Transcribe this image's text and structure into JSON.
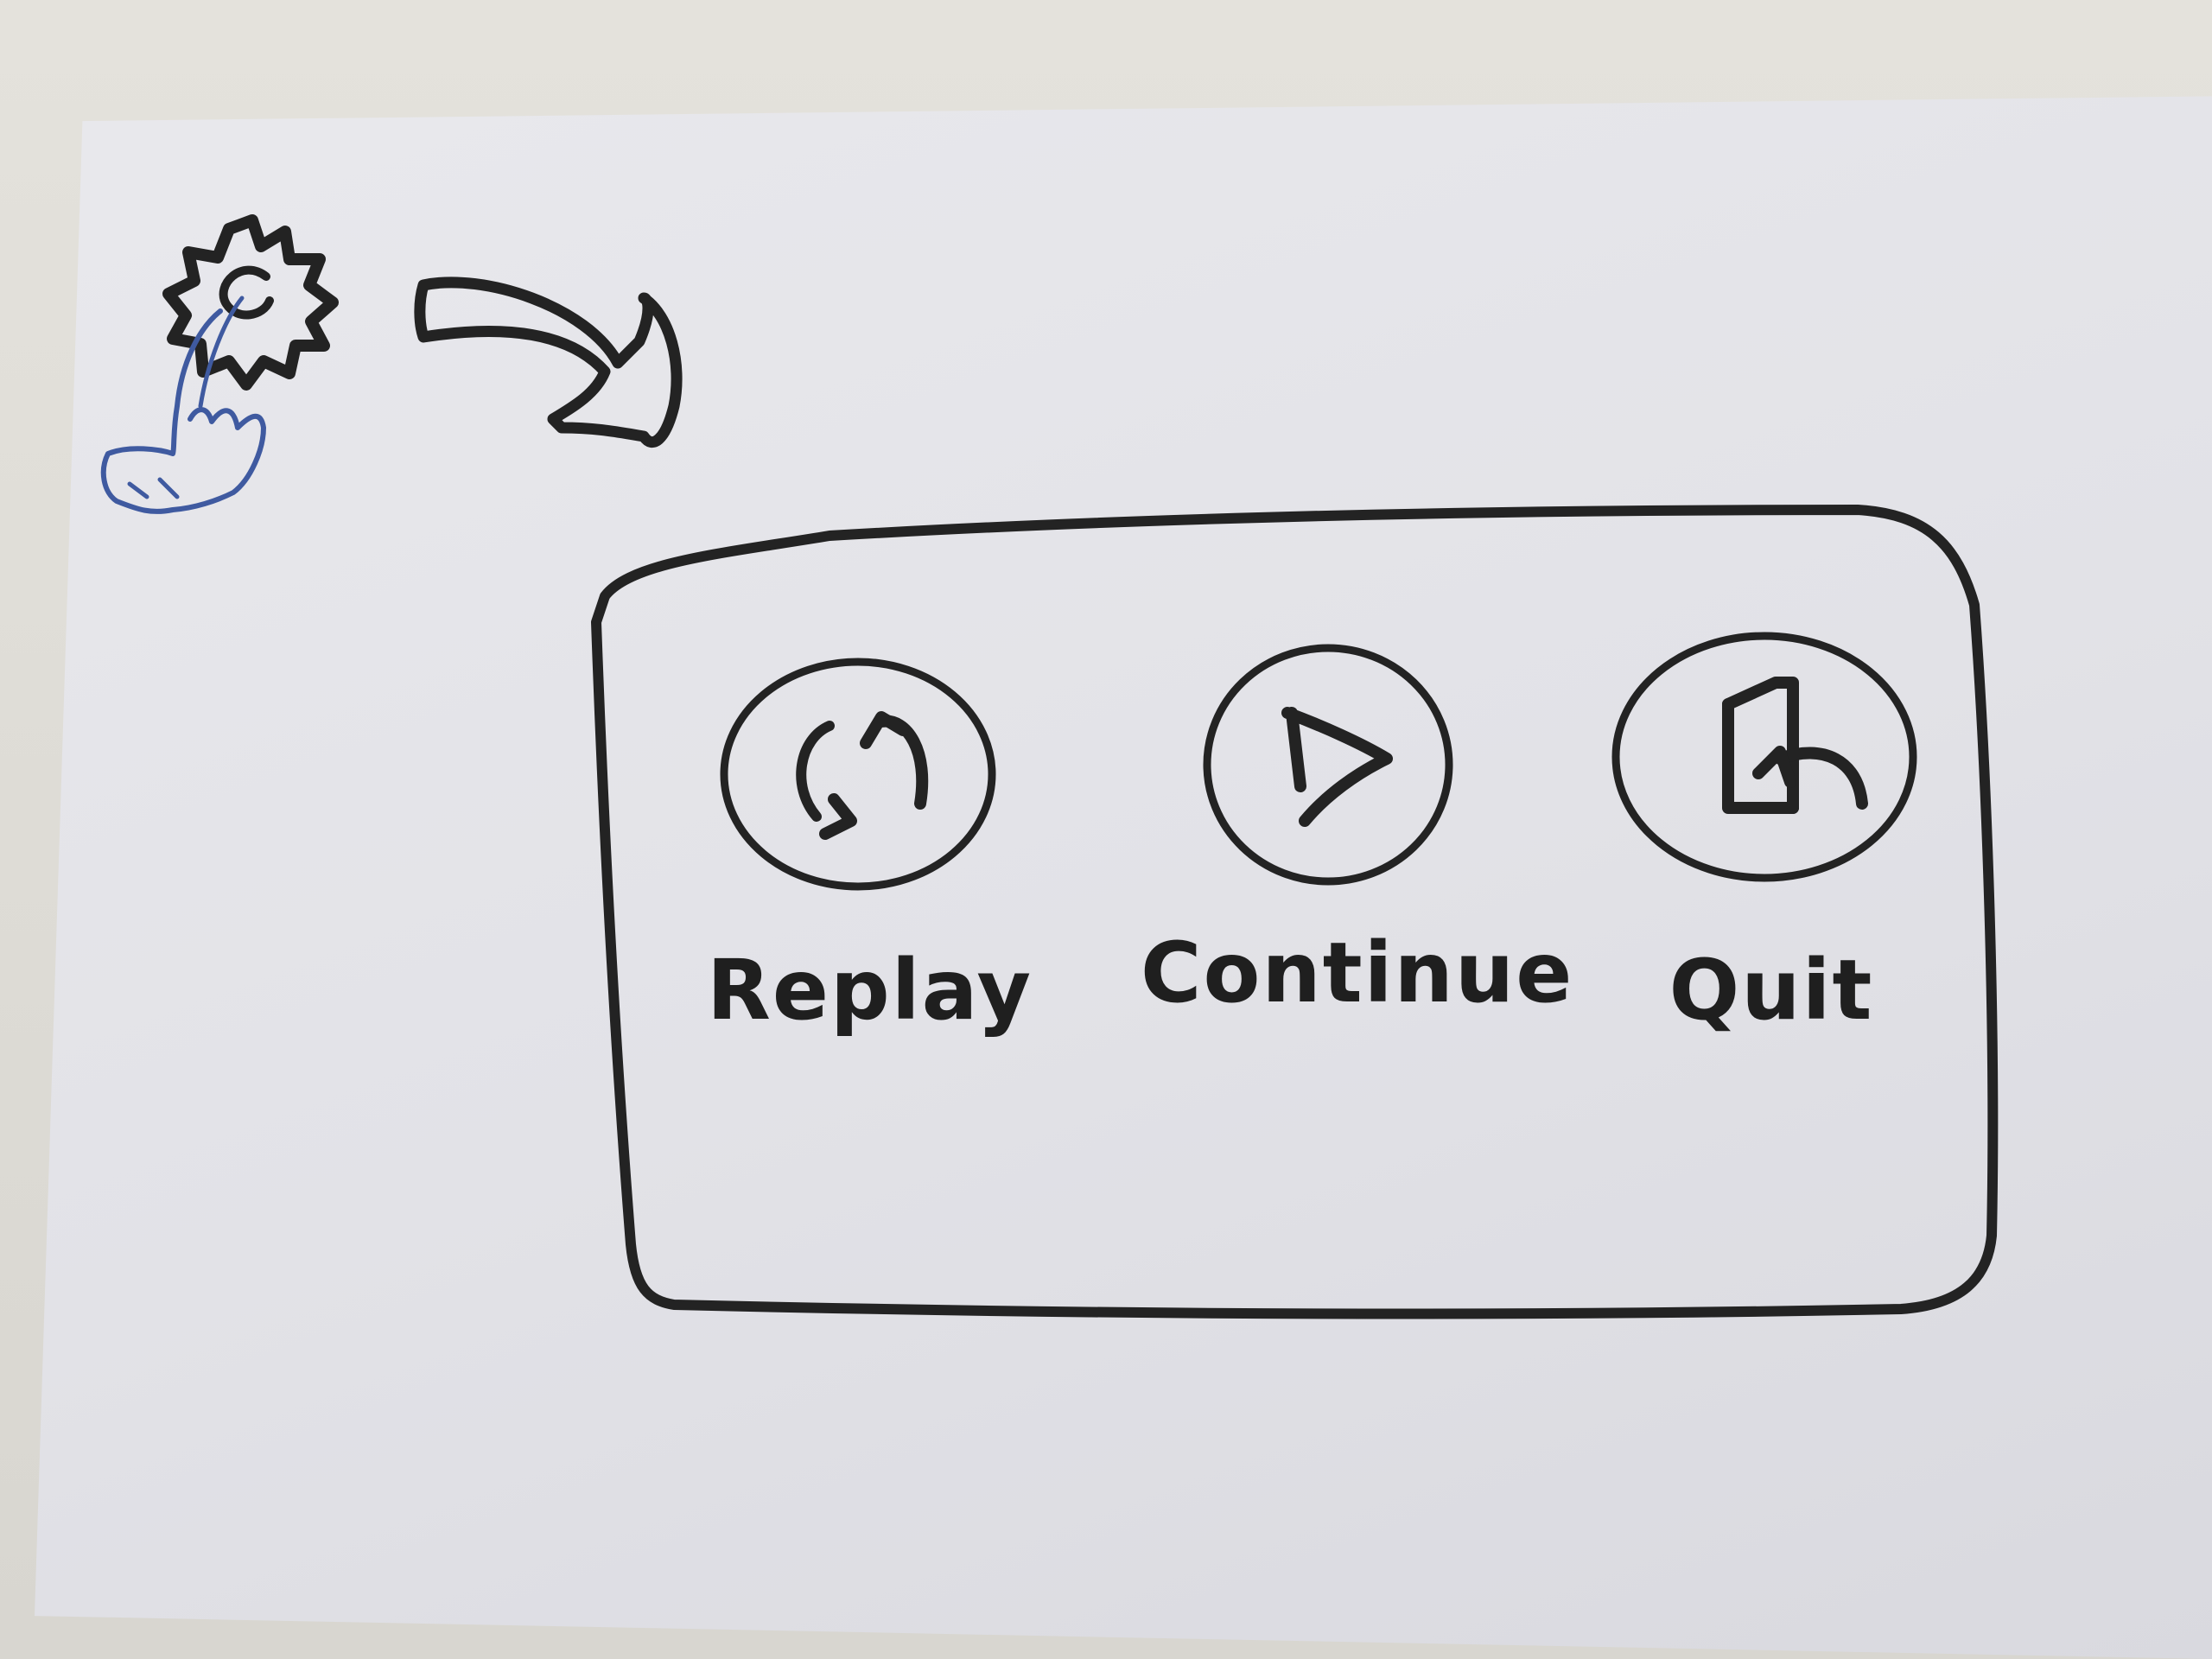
{
  "dialog": {
    "buttons": [
      {
        "label": "Replay",
        "icon": "replay-icon"
      },
      {
        "label": "Continue",
        "icon": "play-icon"
      },
      {
        "label": "Quit",
        "icon": "exit-icon"
      }
    ]
  },
  "colors": {
    "ink": "#232323",
    "pointer_blue": "#3f5aa0",
    "paper": "#e6e6ea"
  }
}
